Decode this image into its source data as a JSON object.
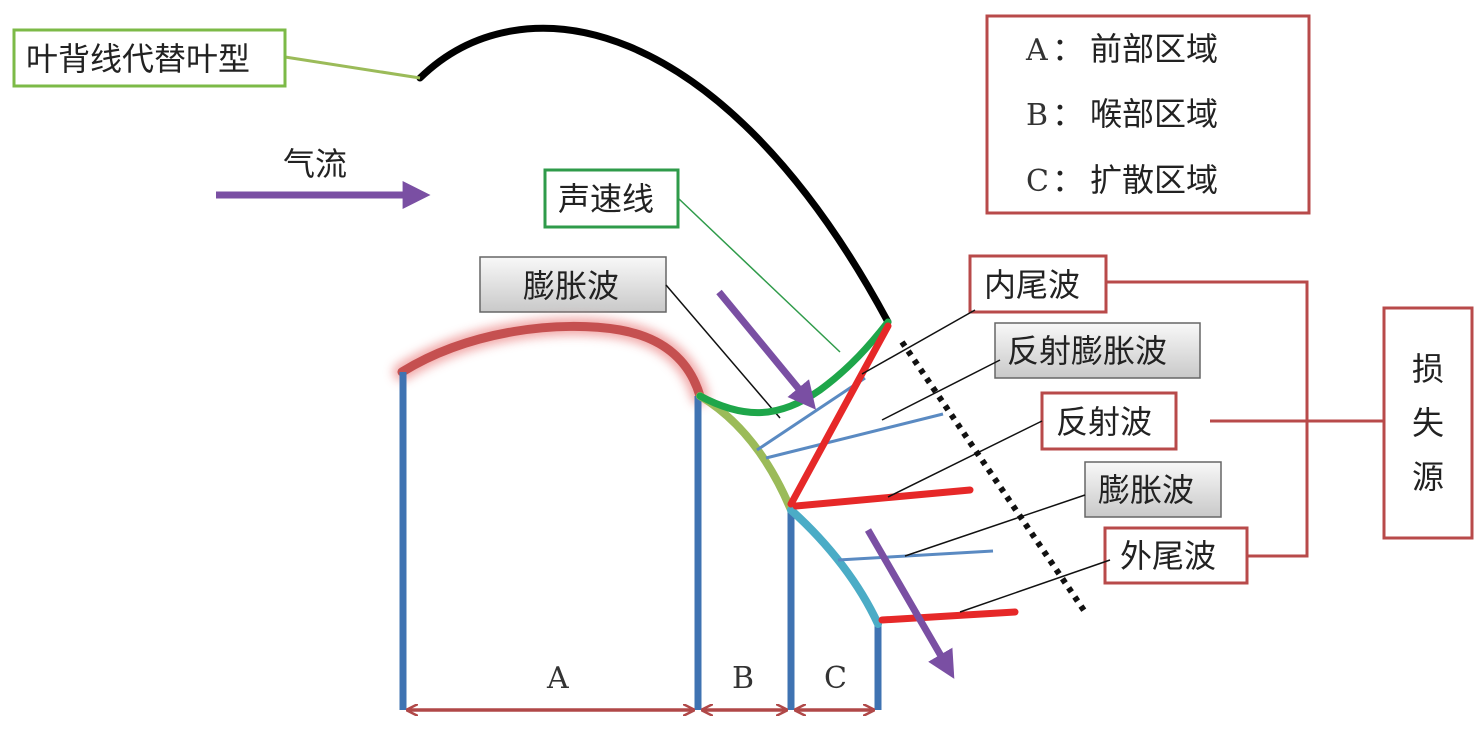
{
  "labels": {
    "blade_profile": "叶背线代替叶型",
    "airflow": "气流",
    "sonic_line": "声速线",
    "expansion_wave_top": "膨胀波",
    "expansion_wave_bottom": "膨胀波",
    "inner_tail_wave": "内尾波",
    "reflected_expansion_wave": "反射膨胀波",
    "reflected_wave": "反射波",
    "outer_tail_wave": "外尾波",
    "loss_source": "损失源",
    "loss_source_chars": [
      "损",
      "失",
      "源"
    ]
  },
  "legend": {
    "items": [
      {
        "letter": "A",
        "sep": "：",
        "text": "前部区域"
      },
      {
        "letter": "B",
        "sep": "：",
        "text": "喉部区域"
      },
      {
        "letter": "C",
        "sep": "：",
        "text": "扩散区域"
      }
    ]
  },
  "regions": {
    "a": "A",
    "b": "B",
    "c": "C"
  },
  "colors": {
    "blade": "#000000",
    "wall": "#3f73b2",
    "leading_curve": "#c55050",
    "throat_curve": "#9bbb59",
    "sonic": "#1ea64a",
    "shock": "#e62828",
    "diffuser": "#4bacc6",
    "expansion": "#5a8ac2",
    "arrow": "#7a4fa3",
    "dimension": "#b04848",
    "box_red": "#b84a4a",
    "box_green": "#7cba47",
    "box_darkgreen": "#2f9b4a"
  }
}
